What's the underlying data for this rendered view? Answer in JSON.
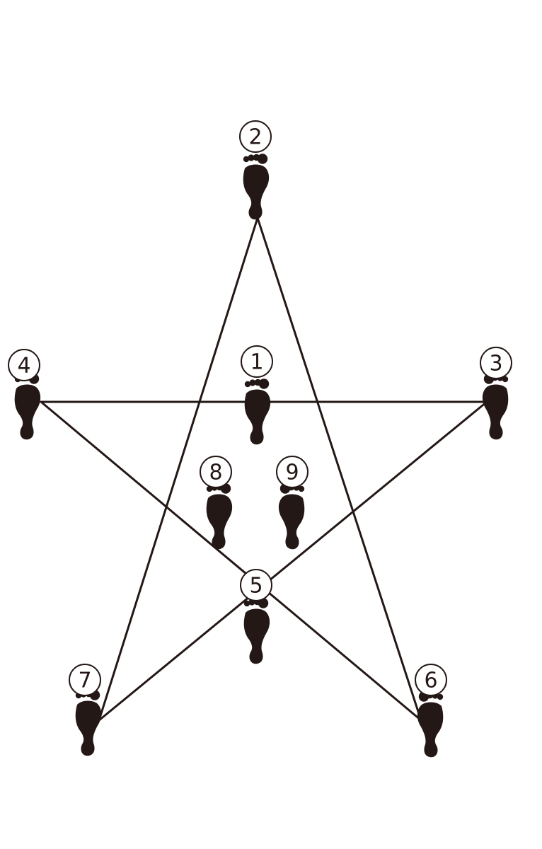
{
  "colors": {
    "ink": "#231815",
    "background": "#ffffff"
  },
  "icon": "footprint-icon",
  "star_path": [
    "4",
    "3",
    "7",
    "2",
    "6",
    "4"
  ],
  "steps": [
    {
      "label": "1"
    },
    {
      "label": "2"
    },
    {
      "label": "3"
    },
    {
      "label": "4"
    },
    {
      "label": "5"
    },
    {
      "label": "6"
    },
    {
      "label": "7"
    },
    {
      "label": "8"
    },
    {
      "label": "9"
    }
  ]
}
